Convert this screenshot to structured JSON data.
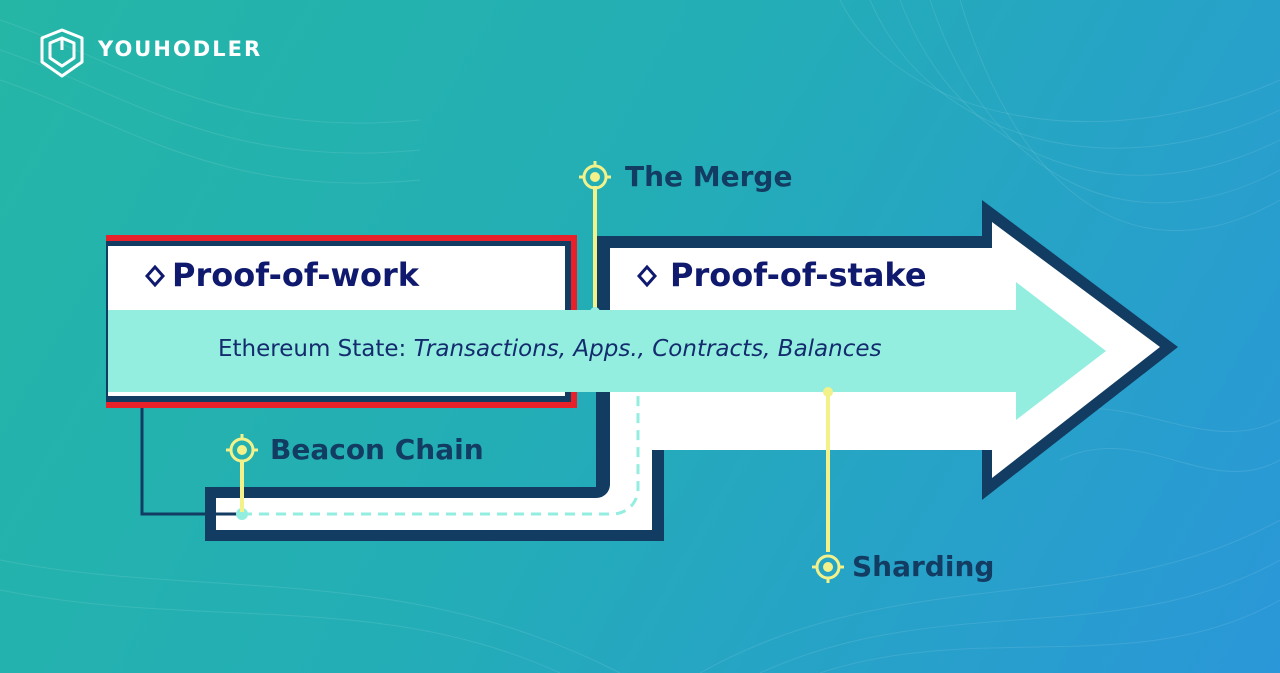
{
  "brand": {
    "name": "YOUHODLER",
    "icon": "youhodler-logo-icon"
  },
  "stages": {
    "before": {
      "label": "Proof-of-work",
      "marker": "diamond-icon"
    },
    "after": {
      "label": "Proof-of-stake",
      "marker": "diamond-icon"
    }
  },
  "state_bar": {
    "prefix": "Ethereum State:",
    "items": "Transactions, Apps., Contracts, Balances"
  },
  "milestones": {
    "merge": "The Merge",
    "beacon": "Beacon Chain",
    "sharding": "Sharding"
  },
  "colors": {
    "background_start": "#25b6a6",
    "background_end": "#2a97d8",
    "navy": "#123c62",
    "state_bar": "#93eee0",
    "pow_border": "#e8202a",
    "marker": "#f3f18a",
    "text_dark": "#0f1a6e"
  }
}
